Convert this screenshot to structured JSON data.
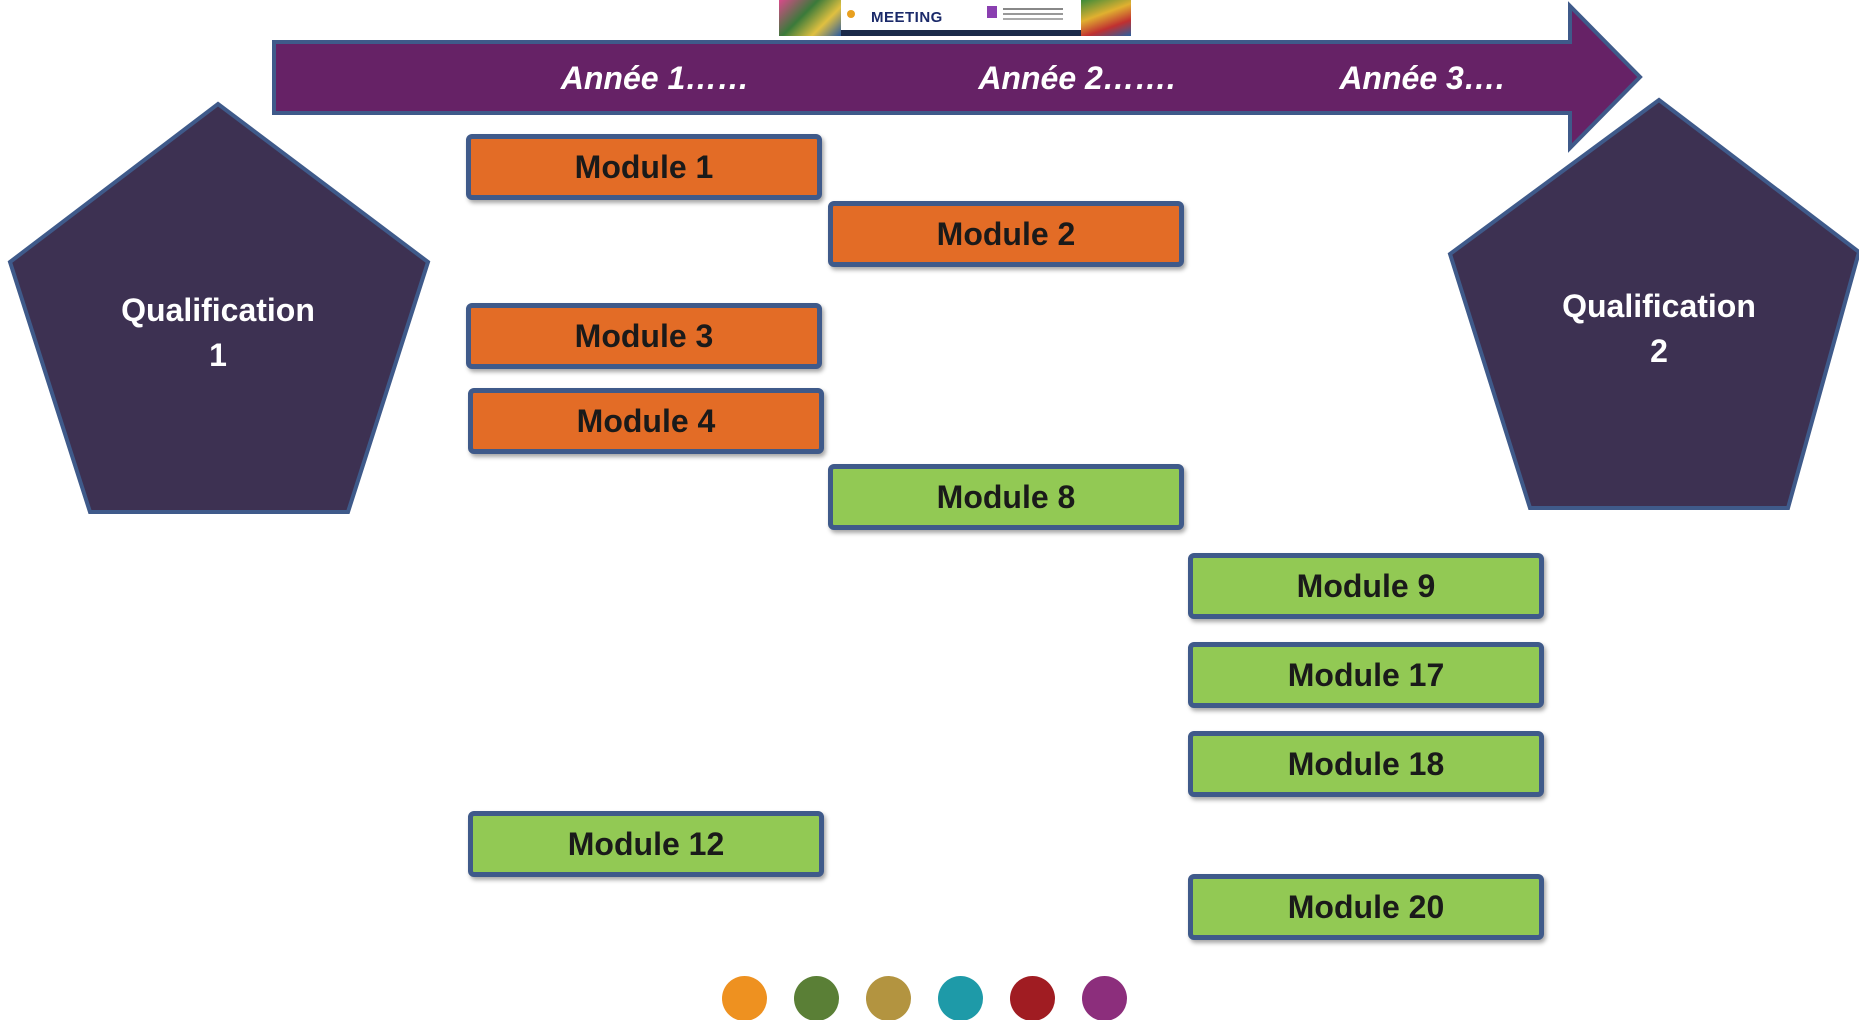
{
  "timeline": {
    "years": [
      "Année 1……",
      "Année 2…….",
      "Année 3…."
    ],
    "arrow_color": "#662266"
  },
  "banner": {
    "text": "MEETING"
  },
  "qualifications": [
    {
      "line1": "Qualification",
      "line2": "1"
    },
    {
      "line1": "Qualification",
      "line2": "2"
    }
  ],
  "pentagon_color": "#3d3152",
  "modules": [
    {
      "label": "Module 1",
      "color": "orange",
      "year": 1
    },
    {
      "label": "Module 2",
      "color": "orange",
      "year": 2
    },
    {
      "label": "Module 3",
      "color": "orange",
      "year": 1
    },
    {
      "label": "Module 4",
      "color": "orange",
      "year": 1
    },
    {
      "label": "Module 8",
      "color": "green",
      "year": 2
    },
    {
      "label": "Module 9",
      "color": "green",
      "year": 3
    },
    {
      "label": "Module 17",
      "color": "green",
      "year": 3
    },
    {
      "label": "Module 18",
      "color": "green",
      "year": 3
    },
    {
      "label": "Module 12",
      "color": "green",
      "year": 1
    },
    {
      "label": "Module 20",
      "color": "green",
      "year": 3
    }
  ],
  "module_colors": {
    "orange": "#e36c26",
    "green": "#92c954"
  },
  "legend_dots": [
    "#ee9120",
    "#5a7f36",
    "#b39440",
    "#1e9aa8",
    "#a01c22",
    "#8c2e7c"
  ]
}
